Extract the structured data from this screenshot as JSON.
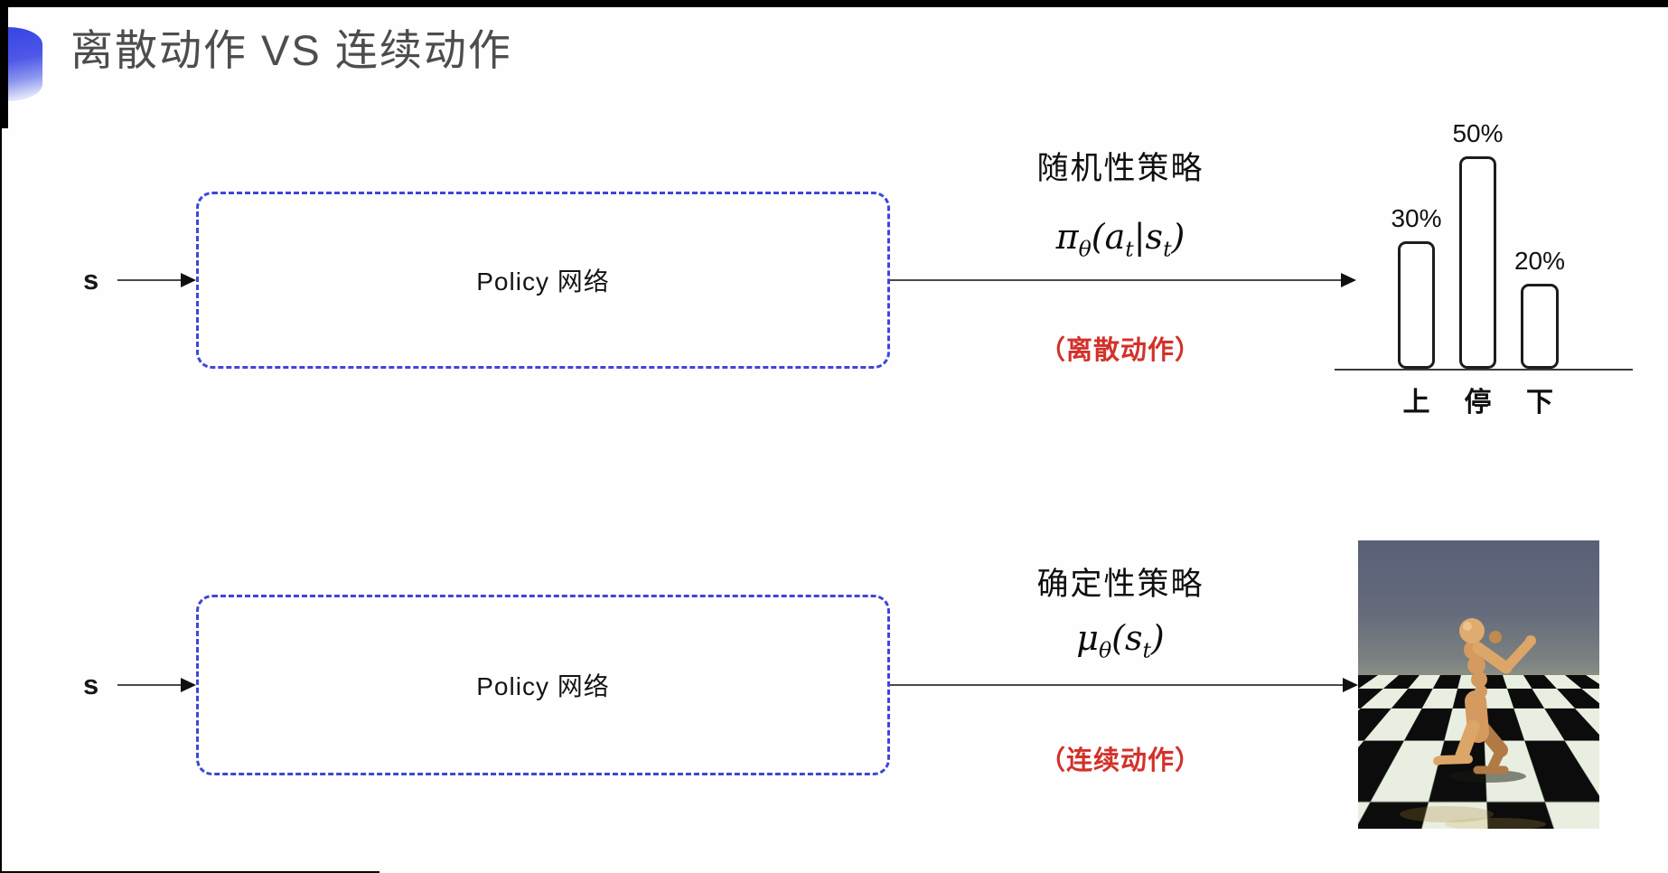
{
  "slide": {
    "title": "离散动作 VS 连续动作"
  },
  "colors": {
    "accent_blue": "#3d47d8",
    "action_red": "#d3312a",
    "title_gray": "#4d4d4d"
  },
  "top_flow": {
    "input_label": "s",
    "box_label": "Policy 网络",
    "policy_name": "随机性策略",
    "formula": {
      "sym": "π",
      "sub": "θ",
      "arg_open": "(a",
      "arg_sub1": "t",
      "arg_mid": "|s",
      "arg_sub2": "t",
      "arg_close": ")"
    },
    "action_type": "（离散动作）"
  },
  "bottom_flow": {
    "input_label": "s",
    "box_label": "Policy 网络",
    "policy_name": "确定性策略",
    "formula": {
      "sym": "μ",
      "sub": "θ",
      "arg_open": "(s",
      "arg_sub1": "t",
      "arg_close": ")"
    },
    "action_type": "（连续动作）"
  },
  "chart_data": {
    "type": "bar",
    "categories": [
      "上",
      "停",
      "下"
    ],
    "values": [
      30,
      50,
      20
    ],
    "value_labels": [
      "30%",
      "50%",
      "20%"
    ],
    "title": "",
    "xlabel": "",
    "ylabel": "",
    "ylim": [
      0,
      55
    ],
    "grid": false,
    "legend": false,
    "style": {
      "fill": "#ffffff",
      "stroke": "#1c1c1c",
      "rounded_corners": true
    }
  },
  "simulation_image": {
    "alt": "humanoid-robot-on-checkerboard-floor"
  }
}
